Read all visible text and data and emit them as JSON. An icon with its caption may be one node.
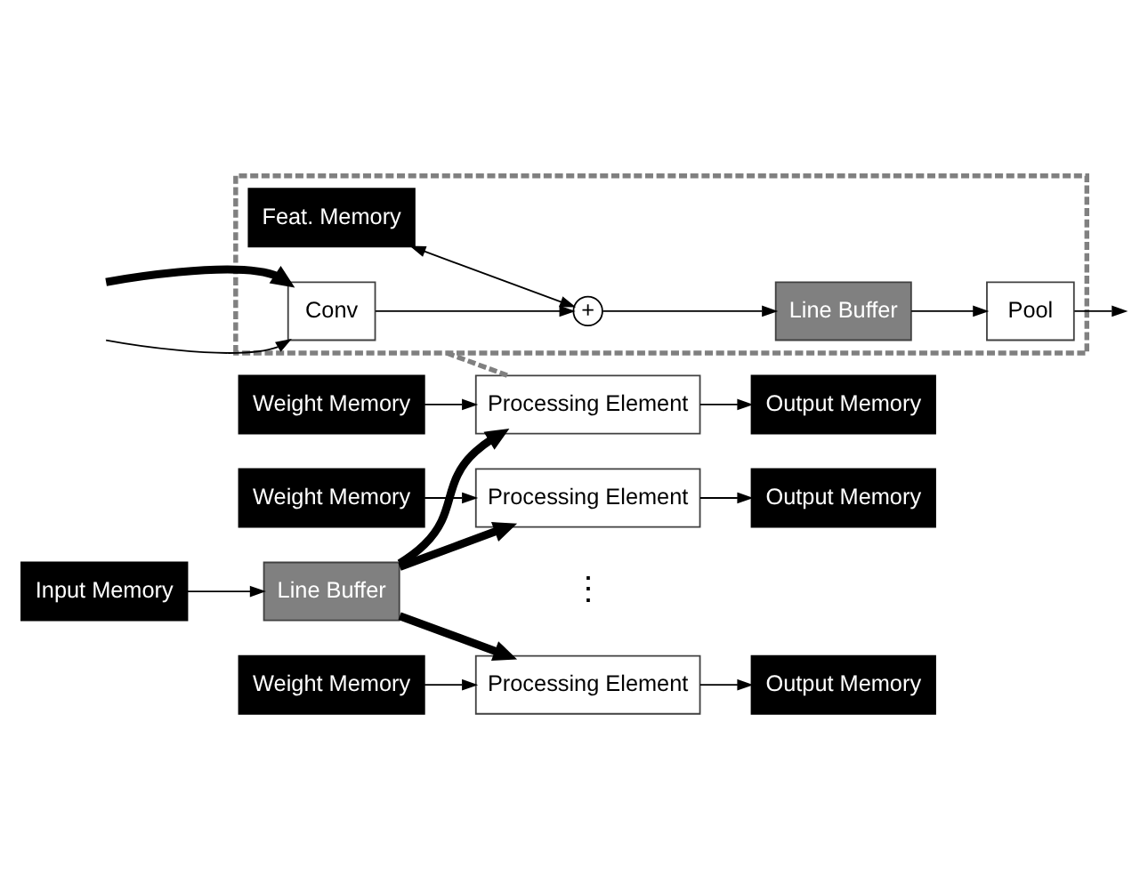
{
  "diagram": {
    "nodes": [
      {
        "text": [],
        "shape": "box"
      },
      {
        "text": [
          "Conv"
        ],
        "in": 0
      },
      {
        "text": [
          "+"
        ],
        "in": 0
      },
      {
        "text": [
          "Line Buffer"
        ],
        "in": 0
      },
      {
        "text": [
          "Pool"
        ],
        "in": 0
      },
      {
        "text": [
          "Feat. Memory"
        ],
        "in": 0
      },
      {
        "text": [
          "Input Memory"
        ]
      },
      {
        "text": [
          "Line Buffer"
        ]
      },
      {
        "text": [
          "Processing Element"
        ]
      },
      {
        "text": [
          "Output Memory"
        ]
      },
      {
        "text": [
          "Weight Memory"
        ]
      },
      {
        "text": [
          "Processing Element"
        ]
      },
      {
        "text": [
          "Output Memory"
        ]
      },
      {
        "text": [
          "Weight Memory"
        ]
      },
      {
        "text": [
          "Processing Element"
        ]
      },
      {
        "text": [
          "Output Memory"
        ]
      },
      {
        "text": [
          "Weight Memory"
        ]
      }
    ],
    "edges": [
      {
        "from": null,
        "to": 1,
        "arrow": "to",
        "style": "thick"
      },
      {
        "from": null,
        "to": 1,
        "arrow": "to"
      },
      {
        "from": 1,
        "to": 2,
        "arrow": "to"
      },
      {
        "from": 5,
        "to": 2,
        "arrow": "both"
      },
      {
        "from": 2,
        "to": 3,
        "arrow": "to"
      },
      {
        "from": 3,
        "to": 4,
        "arrow": "to"
      },
      {
        "from": 4,
        "to": null,
        "arrow": "to"
      },
      {
        "from": 0,
        "to": 8,
        "arrow": "none",
        "style": "dashed",
        "color": "#808080"
      },
      {
        "from": 6,
        "to": 7,
        "arrow": "to"
      },
      {
        "from": 7,
        "to": 8,
        "arrow": "to",
        "style": "thick"
      },
      {
        "from": 7,
        "to": 11,
        "arrow": "to",
        "style": "thick"
      },
      {
        "from": 7,
        "to": 14,
        "arrow": "to",
        "style": "thick"
      },
      {
        "from": 10,
        "to": 8,
        "arrow": "to"
      },
      {
        "from": 13,
        "to": 11,
        "arrow": "to"
      },
      {
        "from": 16,
        "to": 14,
        "arrow": "to"
      },
      {
        "from": 8,
        "to": 9,
        "arrow": "to"
      },
      {
        "from": 11,
        "to": 12,
        "arrow": "to"
      },
      {
        "from": 14,
        "to": 15,
        "arrow": "to"
      }
    ],
    "labels": [
      "⋮"
    ]
  }
}
